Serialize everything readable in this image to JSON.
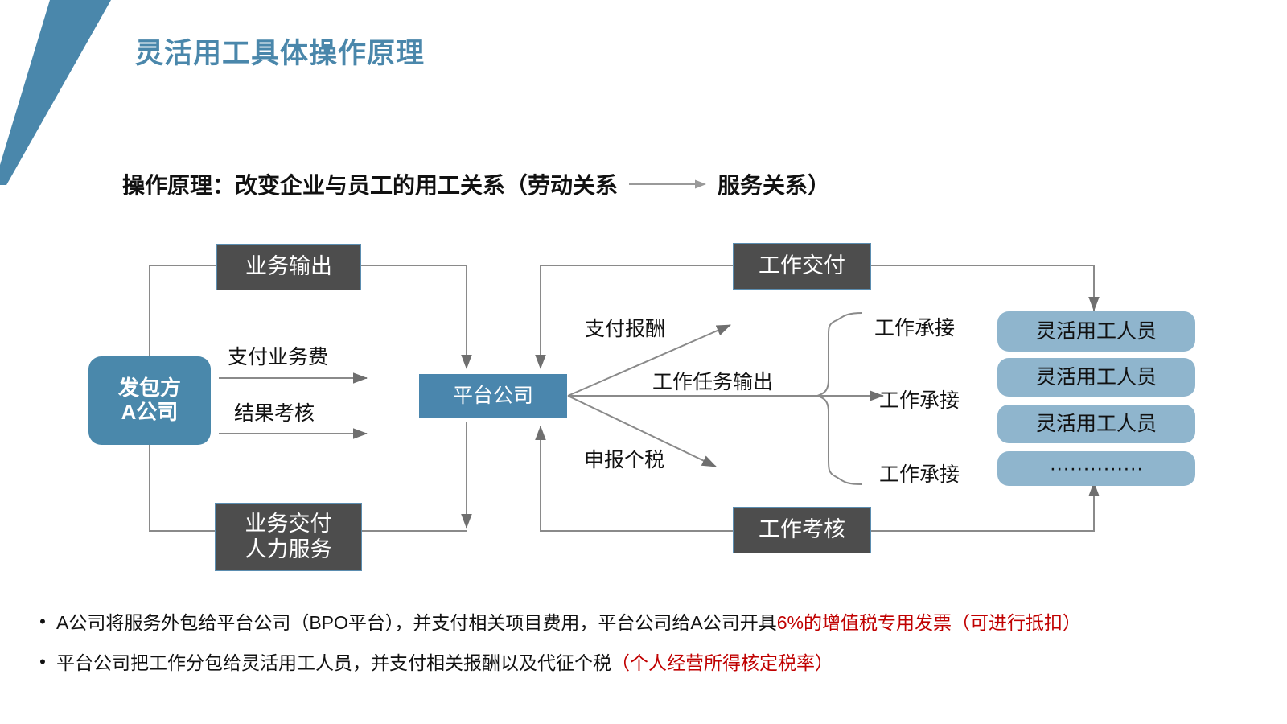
{
  "slide": {
    "title": "灵活用工具体操作原理",
    "subtitle": {
      "before": "操作原理：改变企业与员工的用工关系（劳动关系",
      "after": "服务关系）",
      "arrow_icon": "right-arrow-icon"
    },
    "accent_color": "#4a87ab",
    "dark_node_color": "#4d4d4d",
    "blue_node_color": "#4a88ab",
    "worker_node_color": "#8fb5cd",
    "highlight_color": "#c00000"
  },
  "diagram": {
    "nodes": {
      "client": "发包方\nA公司",
      "client_line1": "发包方",
      "client_line2": "A公司",
      "business_output": "业务输出",
      "business_delivery_line1": "业务交付",
      "business_delivery_line2": "人力服务",
      "platform": "平台公司",
      "work_delivery": "工作交付",
      "work_assessment": "工作考核"
    },
    "edge_labels": {
      "pay_service_fee": "支付业务费",
      "result_assessment": "结果考核",
      "pay_remuneration": "支付报酬",
      "task_output": "工作任务输出",
      "declare_tax": "申报个税",
      "accept_work_1": "工作承接",
      "accept_work_2": "工作承接",
      "accept_work_3": "工作承接"
    },
    "workers": [
      "灵活用工人员",
      "灵活用工人员",
      "灵活用工人员",
      "··············"
    ]
  },
  "bullets": [
    {
      "marker": "•",
      "plain_1": "A公司将服务外包给平台公司（BPO平台），并支付相关项目费用，平台公司给A公司开具",
      "red_1": "6%的增值税专用发票（可进行抵扣）",
      "plain_2": ""
    },
    {
      "marker": "•",
      "plain_1": "平台公司把工作分包给灵活用工人员，并支付相关报酬以及代征个税",
      "red_1": "（个人经营所得核定税率）",
      "plain_2": ""
    }
  ]
}
